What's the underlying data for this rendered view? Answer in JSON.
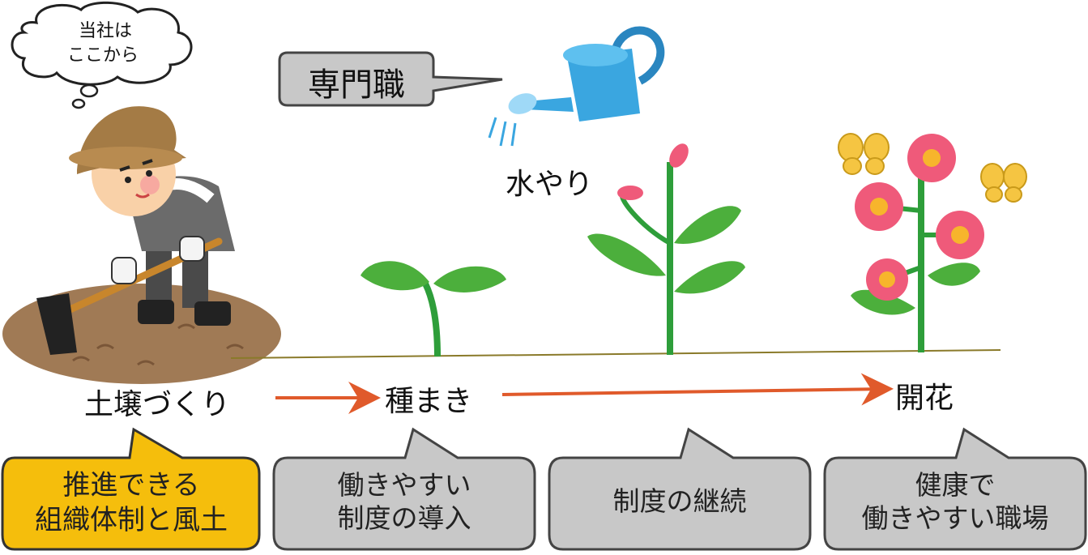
{
  "thought_bubble": {
    "line1": "当社は",
    "line2": "ここから"
  },
  "specialist_label": "専門職",
  "watering_label": "水やり",
  "stages": {
    "soil": "土壌づくり",
    "sowing": "種まき",
    "bloom": "開花"
  },
  "boxes": [
    {
      "line1": "推進できる",
      "line2": "組織体制と風土"
    },
    {
      "line1": "働きやすい",
      "line2": "制度の導入"
    },
    {
      "line1": "制度の継続",
      "line2": ""
    },
    {
      "line1": "健康で",
      "line2": "働きやすい職場"
    }
  ],
  "colors": {
    "highlight_box": "#f5be0c",
    "grey_box": "#c8c8c8",
    "arrow": "#e05a2b",
    "leaf": "#4caf3c",
    "stem": "#2e9e3a",
    "flower": "#ef5a7a",
    "flower_center": "#f7b52c",
    "soil": "#a07a55",
    "can": "#3aa6e0"
  }
}
